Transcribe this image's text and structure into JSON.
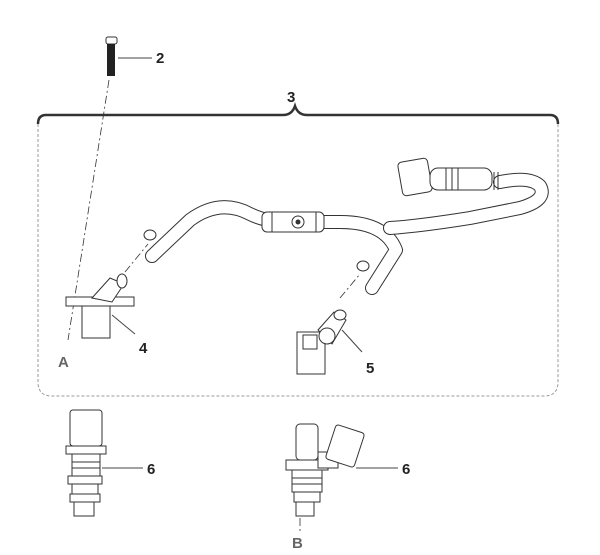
{
  "callouts": {
    "bolt": "2",
    "assembly": "3",
    "left_elbow": "4",
    "right_elbow": "5",
    "injector_left": "6",
    "injector_right": "6",
    "ref_a": "A",
    "ref_b": "B"
  }
}
